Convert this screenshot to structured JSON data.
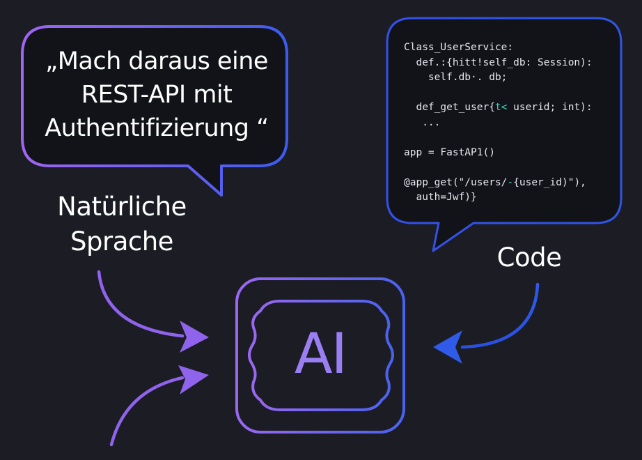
{
  "quote": {
    "lines": [
      "„Mach daraus eine",
      "REST-API mit",
      "Authentifizierung “"
    ]
  },
  "labels": {
    "natural_language": [
      "Natürliche",
      "Sprache"
    ],
    "code": "Code"
  },
  "code": {
    "lines": [
      {
        "pre": "Class_UserService:"
      },
      {
        "pre": "  def.:{hitt!self_db: Session):"
      },
      {
        "pre": "    self.db·. db;"
      },
      {
        "pre": ""
      },
      {
        "pre": "  def_get_user{",
        "accent": "t<",
        "post": " userid; int):"
      },
      {
        "pre": "   ..."
      },
      {
        "pre": ""
      },
      {
        "pre": "app = FastAP1()"
      },
      {
        "pre": ""
      },
      {
        "pre": "@app_get(\"/users/",
        "accent": "-",
        "post": "{user_id)\"),"
      },
      {
        "pre": "  auth=Jwf)}"
      }
    ]
  },
  "ai_badge": {
    "text": "AI"
  },
  "colors": {
    "background": "#1b1c24",
    "purple": "#9b6df0",
    "blue": "#2f5bea",
    "code_accent": "#3fd7c4",
    "text": "#ffffff"
  }
}
